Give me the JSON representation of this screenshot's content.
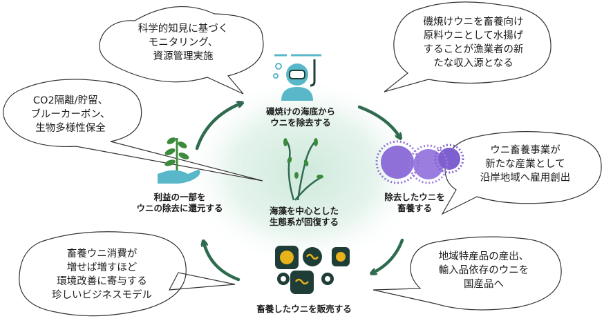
{
  "center": {
    "label": "海藻を中心とした\n生態系が回復する"
  },
  "steps": [
    {
      "id": "remove",
      "label": "磯焼けの海底から\nウニを除去する",
      "icon": "diver-icon"
    },
    {
      "id": "farm",
      "label": "除去したウニを\n畜養する",
      "icon": "sea-urchin-icon"
    },
    {
      "id": "sell",
      "label": "畜養したウニを販売する",
      "icon": "sea-urchin-food-icon"
    },
    {
      "id": "return",
      "label": "利益の一部を\nウニの除去に還元する",
      "icon": "hand-plant-icon"
    }
  ],
  "bubbles": [
    {
      "id": "monitoring",
      "text": "科学的知見に基づく\nモニタリング、\n資源管理実施"
    },
    {
      "id": "income",
      "text": "磯焼けウニを畜養向け\n原料ウニとして水揚げ\nすることが漁業者の新\nたな収入源となる"
    },
    {
      "id": "co2",
      "text": "CO2隔離/貯留、\nブルーカーボン、\n生物多様性保全"
    },
    {
      "id": "employment",
      "text": "ウニ畜養事業が\n新たな産業として\n沿岸地域へ雇用創出"
    },
    {
      "id": "business",
      "text": "畜養ウニ消費が\n増せば増すほど\n環境改善に寄与する\n珍しいビジネスモデル"
    },
    {
      "id": "domestic",
      "text": "地域特産品の産出、\n輸入品依存のウニを\n国産品へ"
    }
  ],
  "colors": {
    "arrow": "#2f6b4f",
    "icon_teal": "#58b7c9",
    "icon_dark": "#1e3d36",
    "urchin": "#8f6fd8",
    "plant": "#3c8a3c",
    "glow": "#d9efe4"
  }
}
